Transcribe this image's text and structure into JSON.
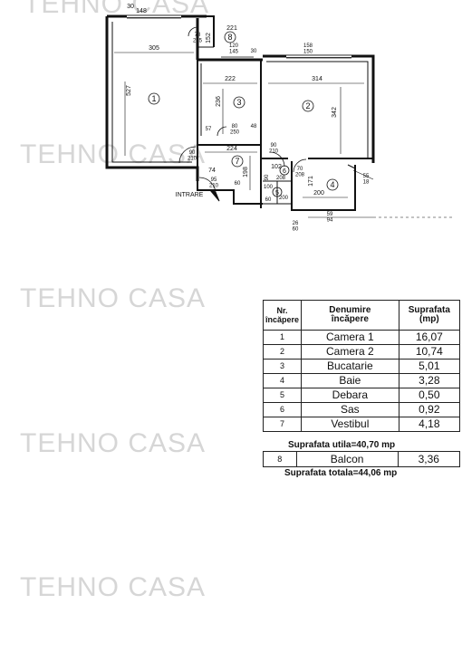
{
  "watermark": "TEHNO CASA",
  "floorplan": {
    "room_numbers": [
      "1",
      "2",
      "3",
      "4",
      "5",
      "6",
      "7",
      "8"
    ],
    "dimensions": {
      "room1_width": "305",
      "room1_height": "527",
      "room2_width": "314",
      "room2_height": "342",
      "room3_width": "222",
      "room3_height": "236",
      "room4_width": "200",
      "room4_height": "171",
      "room7_width": "224",
      "room7_height": "198",
      "room6_height": "102",
      "balcony_width": "221",
      "balcony_depth": "152",
      "top_window": "148",
      "top_left_small": "30",
      "door_balcony": "78\n205",
      "window_kitchen": "120\n145",
      "window_kitchen_side": "30",
      "window_room2": "158\n150",
      "kitchen_door": "80\n250",
      "kitchen_small": "57",
      "kitchen_right": "48",
      "room1_door": "90\n210",
      "room2_door": "90\n210",
      "bath_door": "70\n208",
      "vestibul_74": "74",
      "entrance_door": "95\n210",
      "small_60": "60",
      "small_90": "90",
      "small_100": "100",
      "small_208": "208",
      "debara_60": "60",
      "debara_200": "200",
      "bath_window": "55\n18",
      "bath_bottom": "59\n94",
      "bottom_26": "26\n60",
      "entrance_label": "INTRARE"
    }
  },
  "table": {
    "headers": {
      "nr": "Nr.\nîncăpere",
      "name": "Denumire\nîncăpere",
      "area": "Suprafata\n(mp)"
    },
    "rows": [
      {
        "nr": "1",
        "name": "Camera 1",
        "area": "16,07"
      },
      {
        "nr": "2",
        "name": "Camera 2",
        "area": "10,74"
      },
      {
        "nr": "3",
        "name": "Bucatarie",
        "area": "5,01"
      },
      {
        "nr": "4",
        "name": "Baie",
        "area": "3,28"
      },
      {
        "nr": "5",
        "name": "Debara",
        "area": "0,50"
      },
      {
        "nr": "6",
        "name": "Sas",
        "area": "0,92"
      },
      {
        "nr": "7",
        "name": "Vestibul",
        "area": "4,18"
      }
    ],
    "useful_total": "Suprafata utila=40,70 mp",
    "balcony_row": {
      "nr": "8",
      "name": "Balcon",
      "area": "3,36"
    },
    "grand_total": "Suprafata totala=44,06 mp"
  }
}
